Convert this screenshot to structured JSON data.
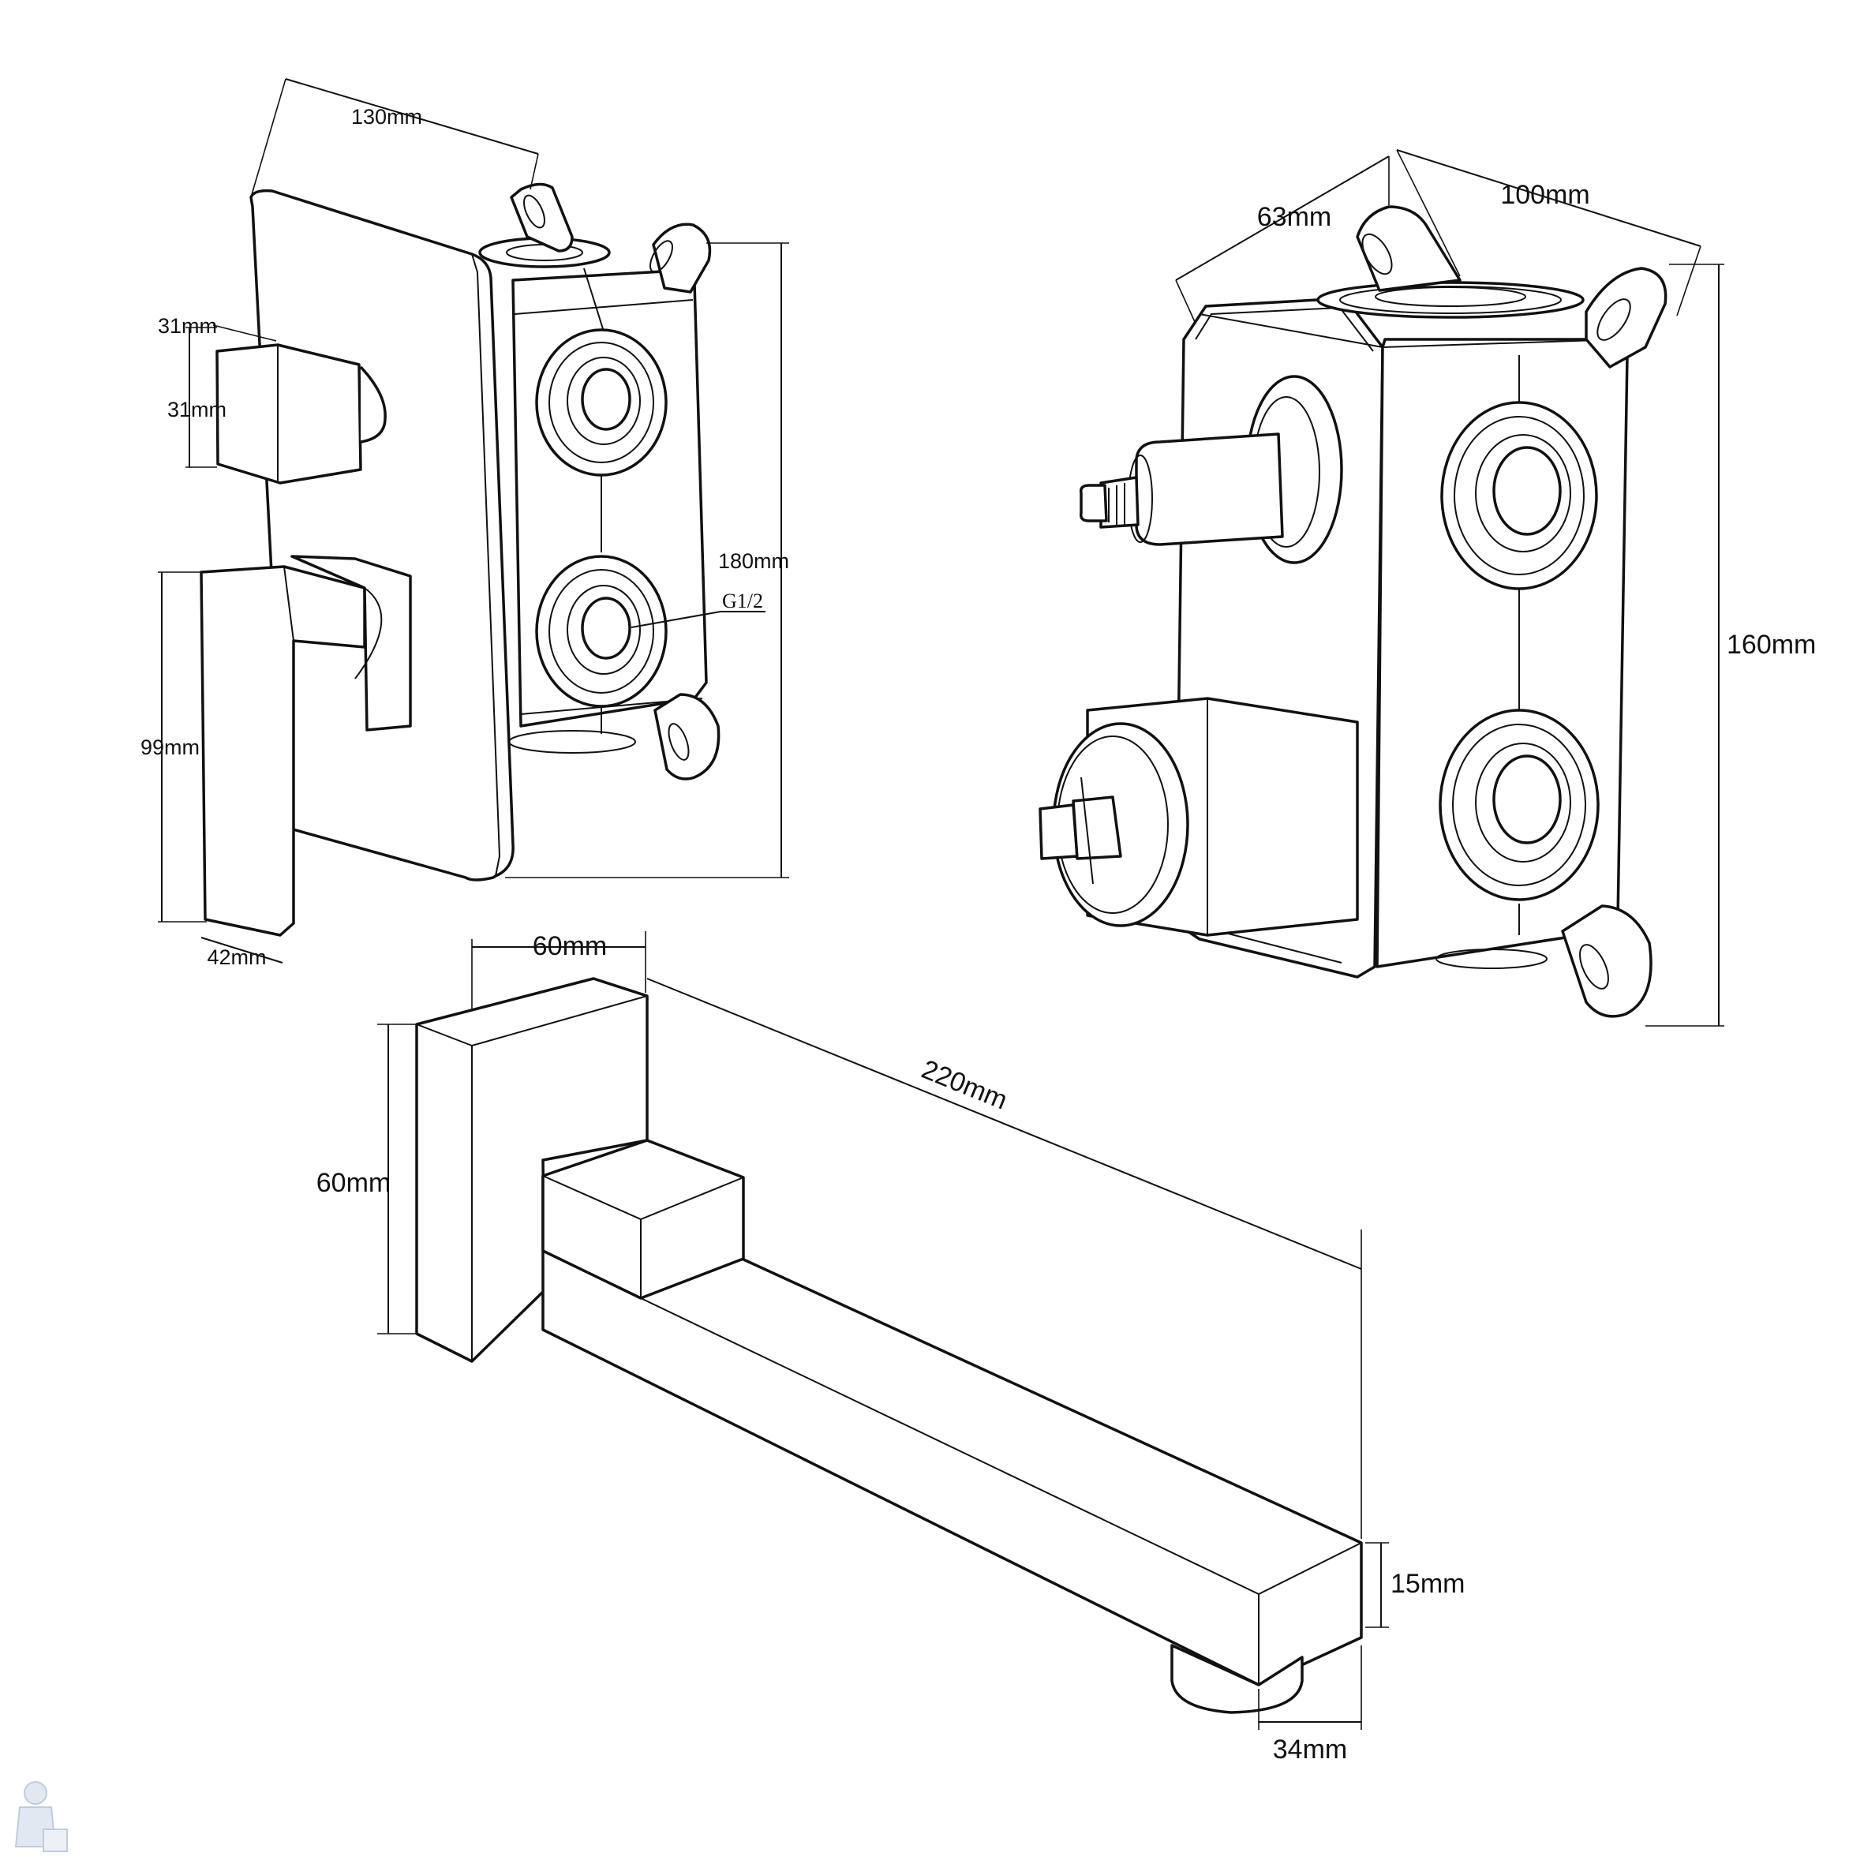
{
  "dimensions": {
    "mixer_body_depth": "130mm",
    "mixer_height": "180mm",
    "thread_size": "G1/2",
    "knob_width": "31mm",
    "knob_height": "31mm",
    "handle_height": "99mm",
    "handle_width": "42mm",
    "valve_depth": "63mm",
    "valve_width": "100mm",
    "valve_height": "160mm",
    "spout_plate_width": "60mm",
    "spout_plate_height": "60mm",
    "spout_length": "220mm",
    "spout_outlet_height": "15mm",
    "spout_outlet_width": "34mm"
  }
}
